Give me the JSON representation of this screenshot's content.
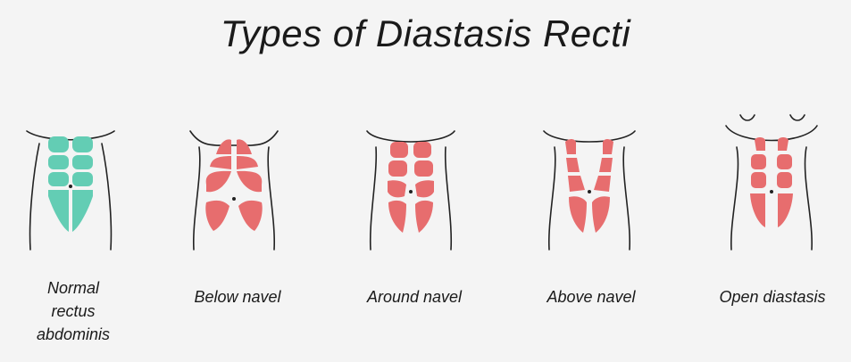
{
  "title": "Types of Diastasis Recti",
  "colors": {
    "normal": "#63cdb4",
    "diastasis": "#e76d6e",
    "outline": "#222222",
    "background": "#f4f4f4"
  },
  "types": [
    {
      "label": "Normal\nrectus\nabdominis",
      "lines": [
        "Normal",
        "rectus",
        "abdominis"
      ],
      "icon": "normal-abdomen-icon"
    },
    {
      "label": "Below navel",
      "lines": [
        "Below navel"
      ],
      "icon": "below-navel-abdomen-icon"
    },
    {
      "label": "Around navel",
      "lines": [
        "Around navel"
      ],
      "icon": "around-navel-abdomen-icon"
    },
    {
      "label": "Above navel",
      "lines": [
        "Above navel"
      ],
      "icon": "above-navel-abdomen-icon"
    },
    {
      "label": "Open diastasis",
      "lines": [
        "Open diastasis"
      ],
      "icon": "open-diastasis-abdomen-icon"
    }
  ]
}
